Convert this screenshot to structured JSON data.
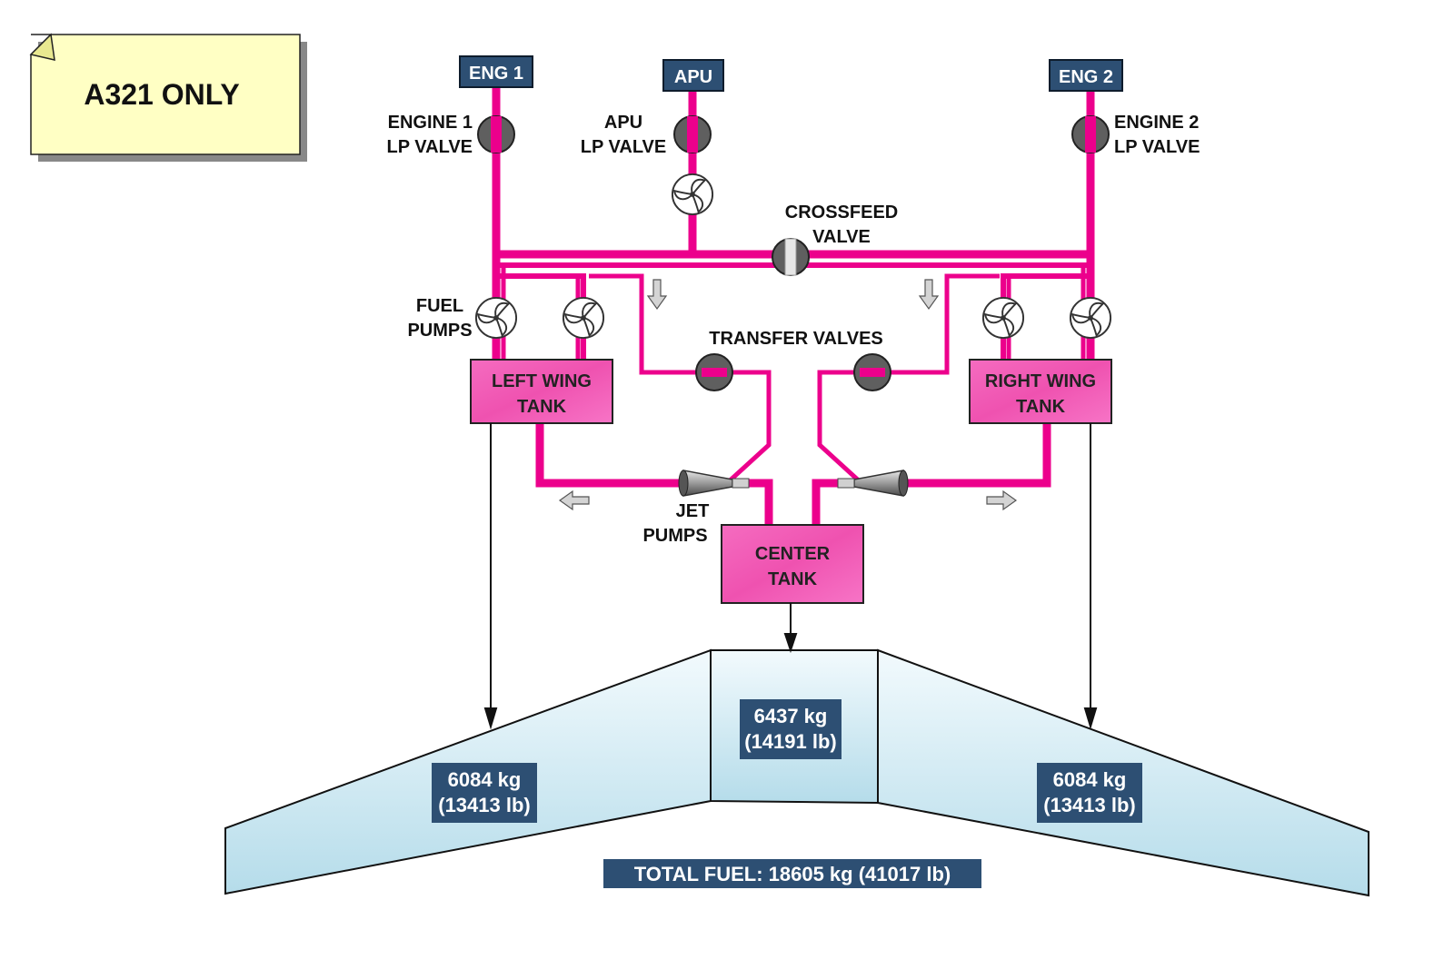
{
  "note": {
    "text": "A321 ONLY"
  },
  "sources": {
    "eng1": "ENG 1",
    "apu": "APU",
    "eng2": "ENG 2"
  },
  "valves": {
    "engine1_lp": [
      "ENGINE 1",
      "LP VALVE"
    ],
    "apu_lp": [
      "APU",
      "LP VALVE"
    ],
    "engine2_lp": [
      "ENGINE 2",
      "LP VALVE"
    ],
    "crossfeed": [
      "CROSSFEED",
      "VALVE"
    ],
    "transfer": "TRANSFER VALVES"
  },
  "pumps": {
    "fuel": [
      "FUEL",
      "PUMPS"
    ],
    "jet": [
      "JET",
      "PUMPS"
    ]
  },
  "tanks": {
    "left": [
      "LEFT WING",
      "TANK"
    ],
    "right": [
      "RIGHT WING",
      "TANK"
    ],
    "center": [
      "CENTER",
      "TANK"
    ]
  },
  "capacities": {
    "left": [
      "6084 kg",
      "(13413 lb)"
    ],
    "center": [
      "6437 kg",
      "(14191 lb)"
    ],
    "right": [
      "6084 kg",
      "(13413 lb)"
    ],
    "total": "TOTAL FUEL: 18605 kg (41017 lb)"
  },
  "colors": {
    "fuel_line": "#ec008c",
    "tank_fill": "#f05cb4",
    "label_box": "#2d4f73",
    "note_fill": "#ffffc4",
    "wing_top": "#f2fafd",
    "wing_bottom": "#b5dcea",
    "valve": "#5f5f5f"
  }
}
